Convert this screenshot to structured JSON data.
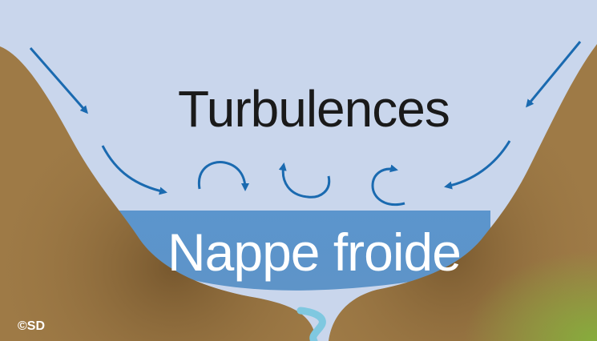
{
  "diagram": {
    "title": "Turbulences",
    "water_label": "Nappe froide",
    "credit": "©SD"
  },
  "colors": {
    "sky": "#c9d6ec",
    "water": "#5b95cd",
    "slope": "#9e7a46",
    "slope_dark": "#6e5027",
    "grass": "#7aa33a",
    "arrow": "#1a6ab0",
    "stream": "#7fc8e0"
  },
  "icons": {
    "flow_arrow": "arrow-curve-icon",
    "eddy": "circular-arrow-icon"
  }
}
